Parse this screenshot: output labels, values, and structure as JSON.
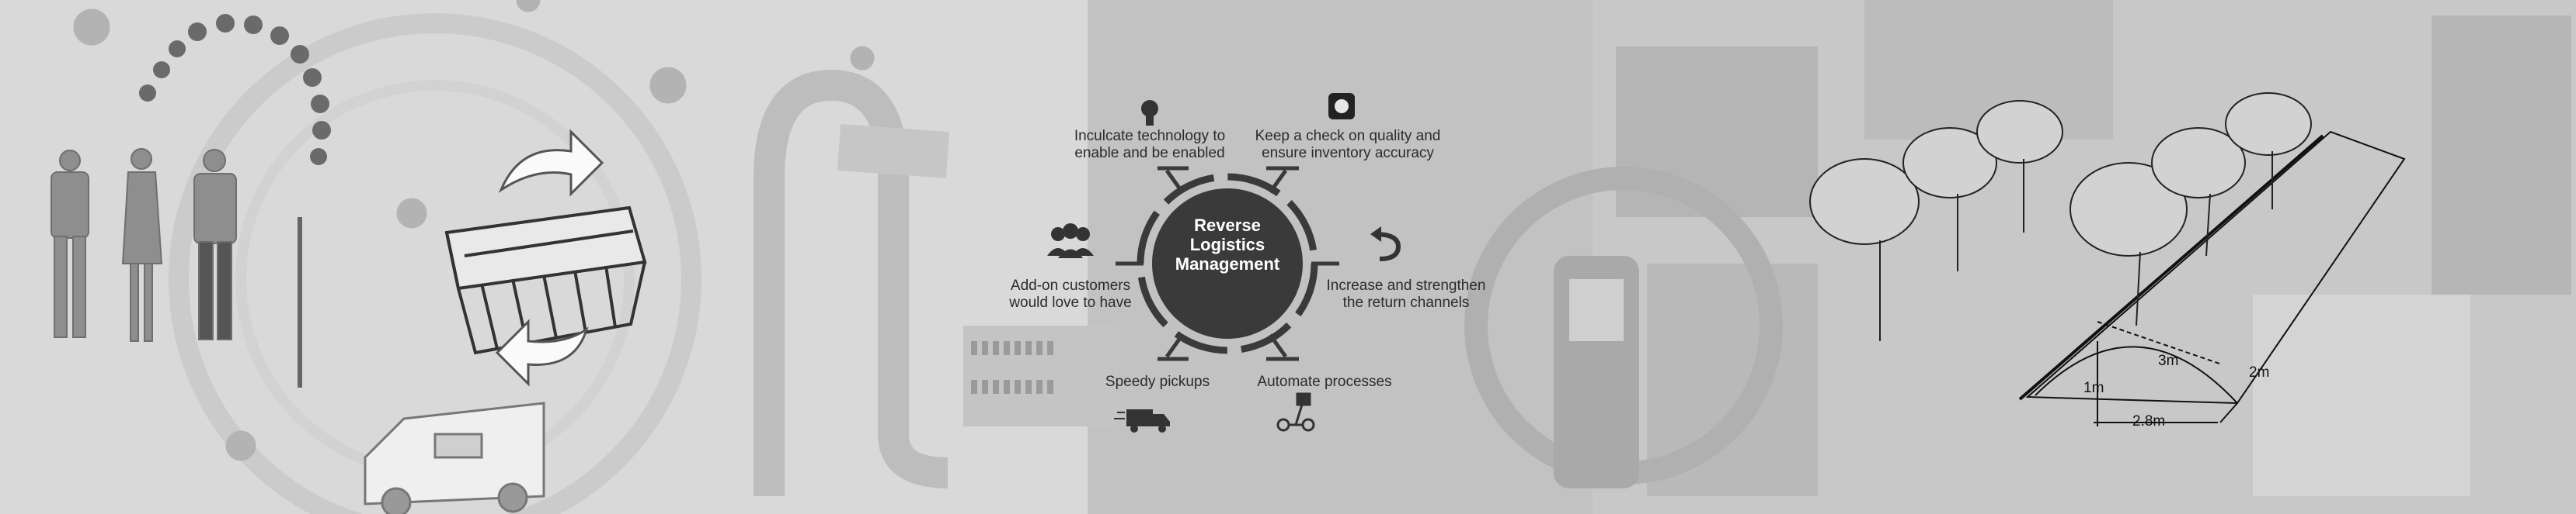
{
  "hub": {
    "line1": "Reverse",
    "line2": "Logistics",
    "line3": "Management"
  },
  "items": {
    "inculcate": {
      "line1": "Inculcate technology to",
      "line2": "enable and be enabled",
      "icon": "lightbulb-icon"
    },
    "quality": {
      "line1": "Keep a check on quality and",
      "line2": "ensure inventory accuracy",
      "icon": "quality-check-icon"
    },
    "customers": {
      "line1": "Add-on customers",
      "line2": "would love to have",
      "icon": "people-icon"
    },
    "returns": {
      "line1": "Increase and strengthen",
      "line2": "the return channels",
      "icon": "return-arrow-icon"
    },
    "pickups": {
      "line1": "Speedy pickups",
      "icon": "delivery-truck-icon"
    },
    "automate": {
      "line1": "Automate processes",
      "icon": "automation-icon"
    }
  },
  "sketch": {
    "width_label": "3m",
    "depth_label": "2m",
    "height_label": "1m",
    "length_label": "2.8m"
  },
  "colors": {
    "hub": "#3a3a3a",
    "text": "#2b2b2b"
  }
}
